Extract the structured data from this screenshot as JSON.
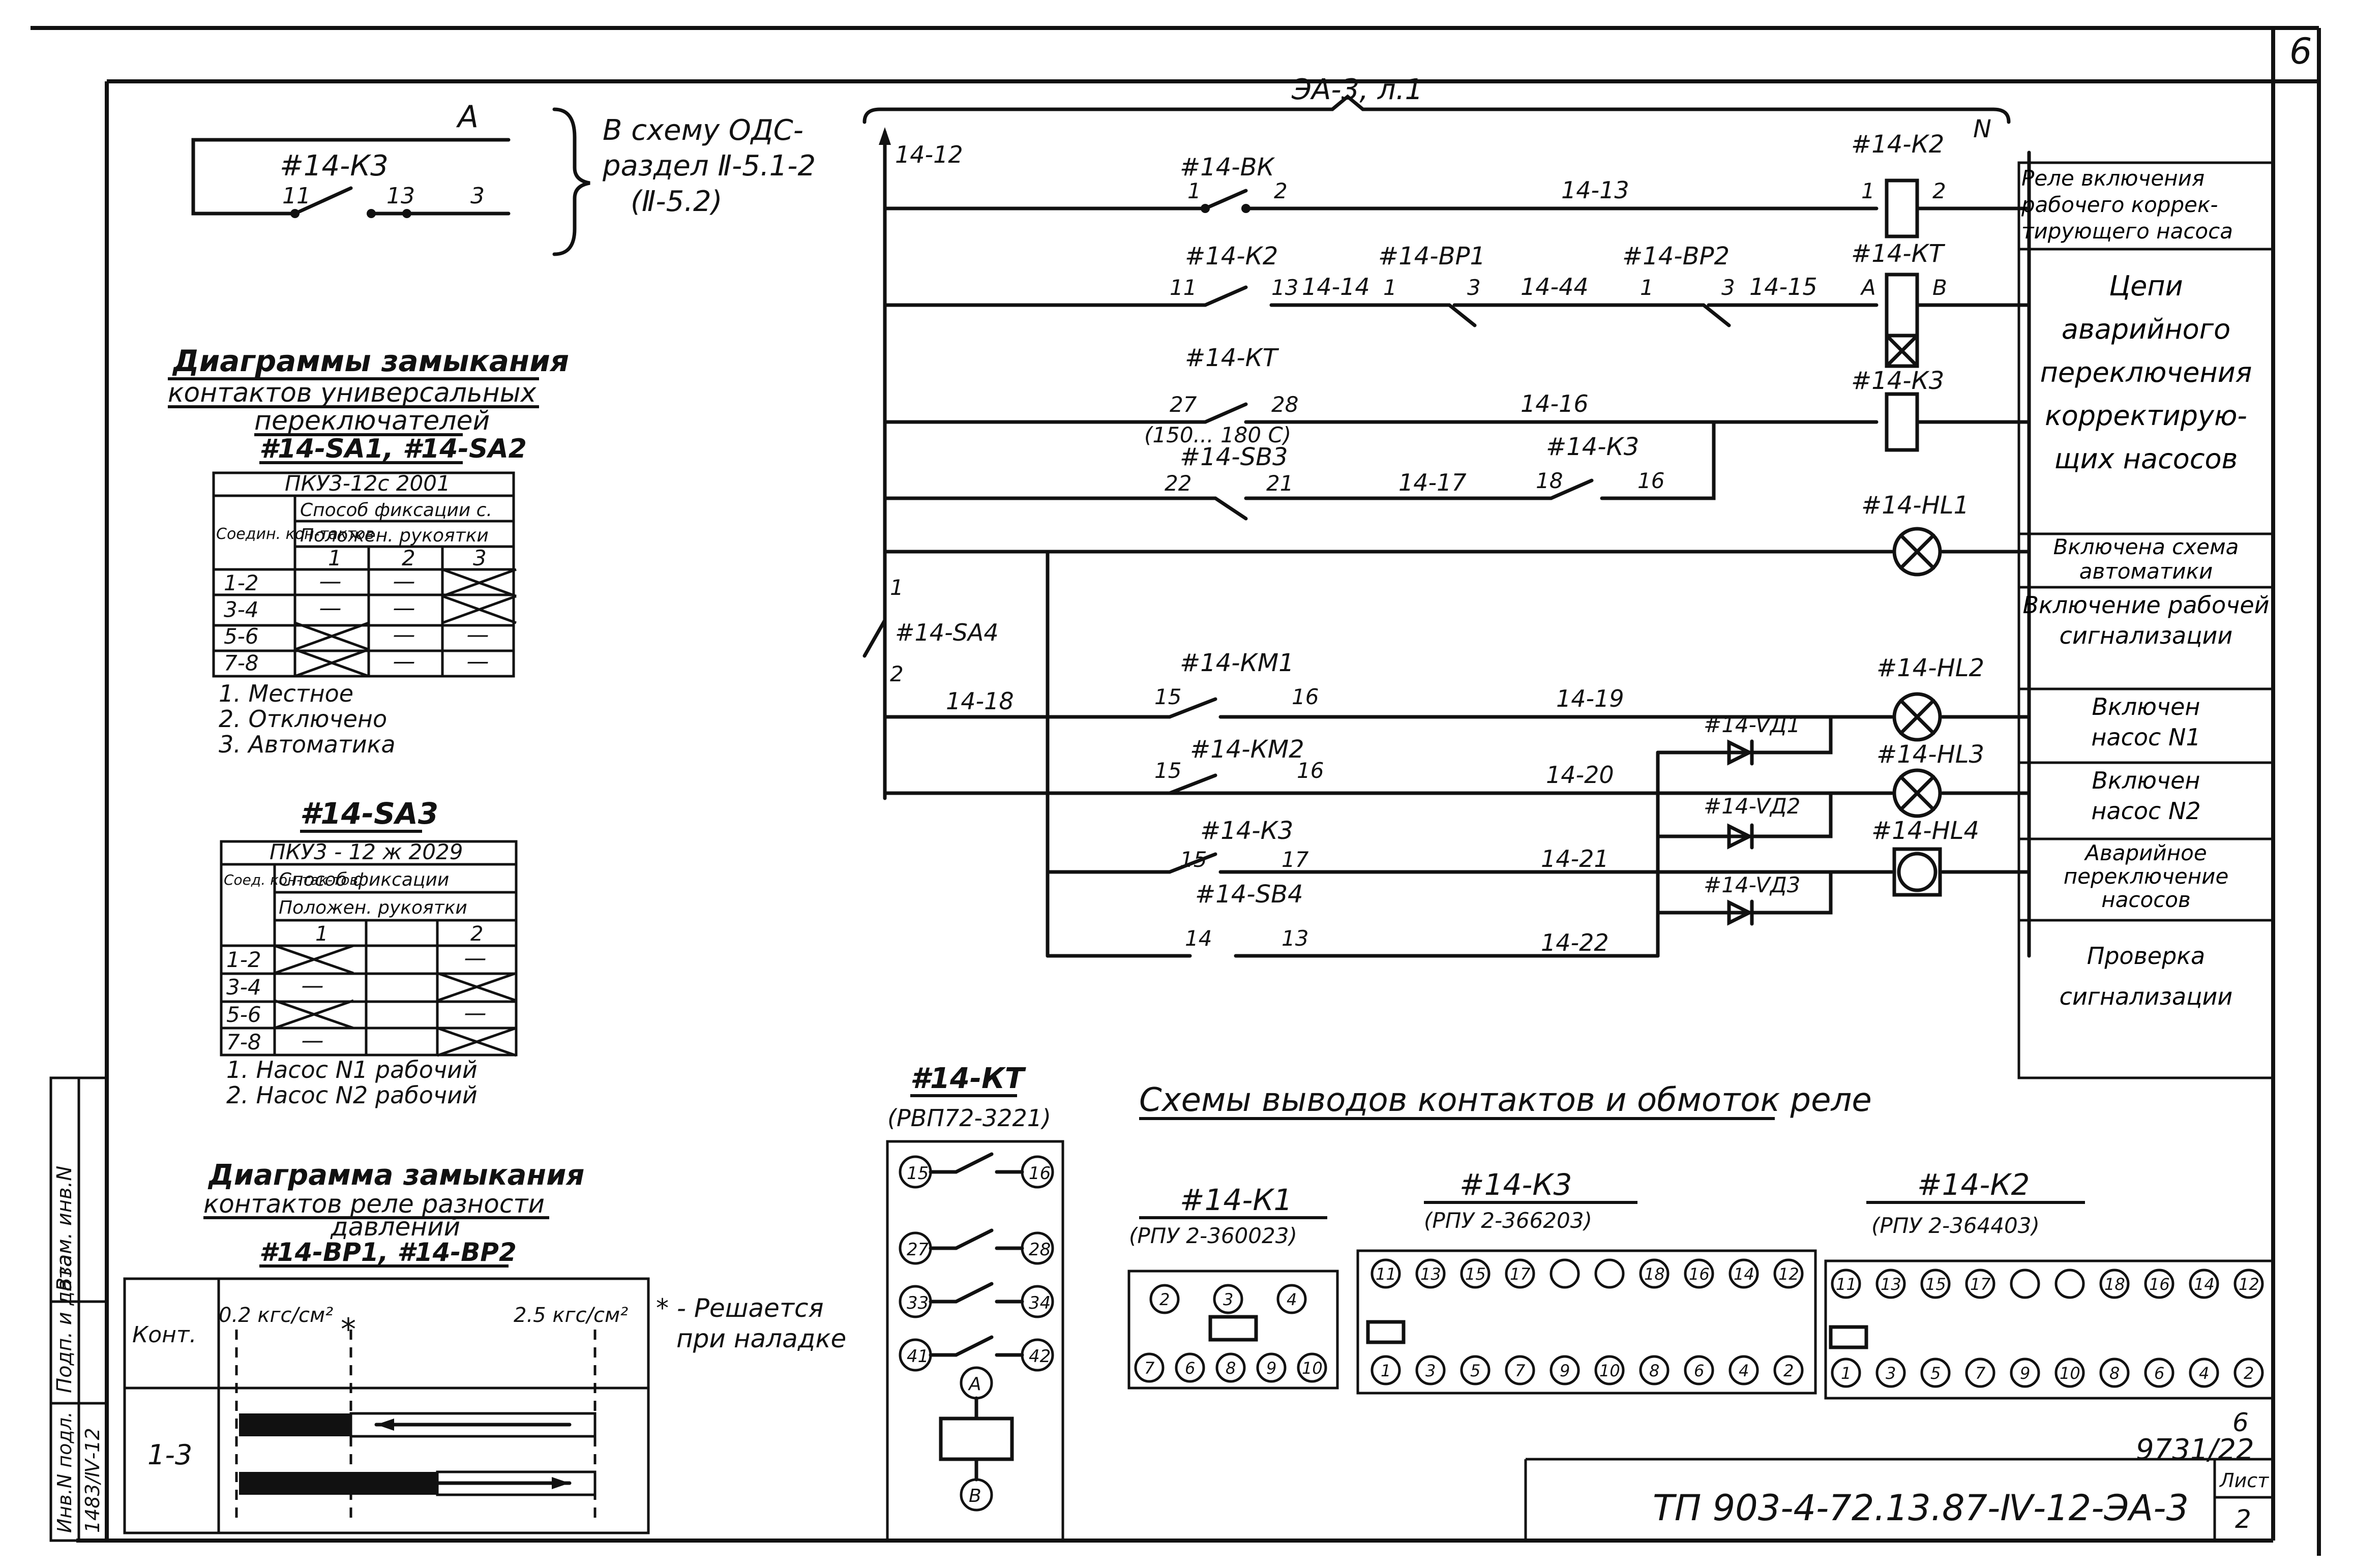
{
  "sheet": {
    "page_number": "6",
    "drawing_code": "ТП 903-4-72.13.87-Ⅳ-12-ЭА-3",
    "list_label": "Лист",
    "list_number": "2",
    "inventory_number": "9731/22",
    "inventory_mark": "6",
    "stamp": {
      "inv_podl_label": "Инв.N подл.",
      "inv_podl_value": "1483/Ⅳ-12",
      "podp_data_label": "Подп. и дата",
      "vzam_label": "Взам. инв.N"
    }
  },
  "top_reference": {
    "label_a": "А",
    "relay": "#14-К3",
    "contacts": [
      "11",
      "13",
      "3"
    ],
    "note_lines": [
      "В схему ОДС-",
      "раздел Ⅱ-5.1-2",
      "(Ⅱ-5.2)"
    ]
  },
  "switch_diagram_1": {
    "title_lines": [
      "Диаграммы замыкания",
      "контактов универсальных",
      "переключателей",
      "#14-SА1, #14-SА2"
    ],
    "table_title": "ПКУ3-12с 2001",
    "header_contacts": "Соедин. кон-тактов",
    "header_fix": "Способ фиксации с.",
    "header_pos": "Положен. рукоятки",
    "positions": [
      "1",
      "2",
      "3"
    ],
    "rows": [
      {
        "contacts": "1-2",
        "cells": [
          "—",
          "—",
          "X"
        ]
      },
      {
        "contacts": "3-4",
        "cells": [
          "—",
          "—",
          "X"
        ]
      },
      {
        "contacts": "5-6",
        "cells": [
          "X",
          "—",
          "—"
        ]
      },
      {
        "contacts": "7-8",
        "cells": [
          "X",
          "—",
          "—"
        ]
      }
    ],
    "legend": [
      "1. Местное",
      "2. Отключено",
      "3. Автоматика"
    ]
  },
  "switch_diagram_2": {
    "title": "#14-SА3",
    "table_title": "ПКУ3 - 12 ж 2029",
    "header_contacts": "Соед. кон-так-тов",
    "header_fix": "Способ фиксации",
    "header_pos": "Положен. рукоятки",
    "positions": [
      "1",
      "",
      "2"
    ],
    "rows": [
      {
        "contacts": "1-2",
        "cells": [
          "X",
          "",
          "—"
        ]
      },
      {
        "contacts": "3-4",
        "cells": [
          "—",
          "",
          "X"
        ]
      },
      {
        "contacts": "5-6",
        "cells": [
          "X",
          "",
          "—"
        ]
      },
      {
        "contacts": "7-8",
        "cells": [
          "—",
          "",
          "X"
        ]
      }
    ],
    "legend": [
      "1. Насос N1 рабочий",
      "2. Насос N2 рабочий"
    ]
  },
  "pressure_diagram": {
    "title_lines": [
      "Диаграмма замыкания",
      "контактов реле разности",
      "давлений",
      "#14-ВР1, #14-ВР2"
    ],
    "col_label": "Конт.",
    "scale_left": "0.2 кгс/см²",
    "scale_right": "2.5 кгс/см²",
    "star": "*",
    "row_label": "1-3",
    "note_lines": [
      "* - Решается",
      "при наладке"
    ]
  },
  "schematic": {
    "header": "ЭА-3, л.1",
    "left_wire": "14-12",
    "neutral": "N",
    "components": {
      "bk": "#14-ВК",
      "bk_c1": "1",
      "bk_c2": "2",
      "w13": "14-13",
      "k2a": "#14-К2",
      "k2a_c11": "11",
      "k2a_c13": "13",
      "w14": "14-14",
      "bp1": "#14-ВР1",
      "bp1_c1": "1",
      "bp1_c3": "3",
      "w44": "14-44",
      "bp2": "#14-ВР2",
      "bp2_c1": "1",
      "bp2_c3": "3",
      "w15": "14-15",
      "kt": "#14-КТ",
      "kt_c27": "27",
      "kt_c28": "28",
      "kt_range": "(150... 180 С)",
      "w16": "14-16",
      "sb3": "#14-SВ3",
      "sb3_c22": "22",
      "sb3_c21": "21",
      "w17": "14-17",
      "k3a": "#14-К3",
      "k3a_c18": "18",
      "k3a_c16": "16",
      "sa4": "#14-SА4",
      "sa4_c1": "1",
      "sa4_c2": "2",
      "w18": "14-18",
      "km1": "#14-КМ1",
      "km1_c15": "15",
      "km1_c16": "16",
      "w19": "14-19",
      "km2": "#14-КМ2",
      "km2_c15": "15",
      "km2_c16": "16",
      "w20": "14-20",
      "k3b": "#14-К3",
      "k3b_c15": "15",
      "k3b_c17": "17",
      "w21": "14-21",
      "sb4": "#14-SВ4",
      "sb4_c14": "14",
      "sb4_c13": "13",
      "w22": "14-22",
      "vd1": "#14-VД1",
      "vd2": "#14-VД2",
      "vd3": "#14-VД3",
      "coil_k2": "#14-К2",
      "coil_kt": "#14-КТ",
      "coil_kt_a": "А",
      "coil_kt_b": "В",
      "coil_k3": "#14-К3",
      "hl1": "#14-НL1",
      "hl2": "#14-НL2",
      "hl3": "#14-НL3",
      "hl4": "#14-НL4"
    },
    "descriptions": [
      "Реле включения рабочего коррек-тирующего насоса",
      "Цепи аварийного переключения корректирую-щих насосов",
      "Включена схема автоматики",
      "Включение рабочей сигнализации",
      "Включен насос N1",
      "Включен насос N2",
      "Аварийное переключение насосов",
      "Проверка сигнализации"
    ]
  },
  "relay_kt": {
    "title": "#14-КТ",
    "model": "(РВП72-3221)",
    "terminals": [
      "15",
      "16",
      "27",
      "28",
      "33",
      "34",
      "41",
      "42",
      "А",
      "В"
    ]
  },
  "relay_outputs": {
    "title": "Схемы выводов контактов и обмоток реле",
    "k1": {
      "title": "#14-К1",
      "model": "(РПУ 2-360023)",
      "top": [
        "2",
        "3",
        "4"
      ],
      "bottom": [
        "7",
        "6",
        "8",
        "9",
        "10"
      ]
    },
    "k3": {
      "title": "#14-К3",
      "model": "(РПУ 2-366203)",
      "top": [
        "11",
        "13",
        "15",
        "17",
        "",
        "",
        "18",
        "16",
        "14",
        "12"
      ],
      "bottom": [
        "1",
        "3",
        "5",
        "7",
        "9",
        "10",
        "8",
        "6",
        "4",
        "2"
      ]
    },
    "k2": {
      "title": "#14-К2",
      "model": "(РПУ 2-364403)",
      "top": [
        "11",
        "13",
        "15",
        "17",
        "",
        "",
        "18",
        "16",
        "14",
        "12"
      ],
      "bottom": [
        "1",
        "3",
        "5",
        "7",
        "9",
        "10",
        "8",
        "6",
        "4",
        "2"
      ]
    }
  }
}
